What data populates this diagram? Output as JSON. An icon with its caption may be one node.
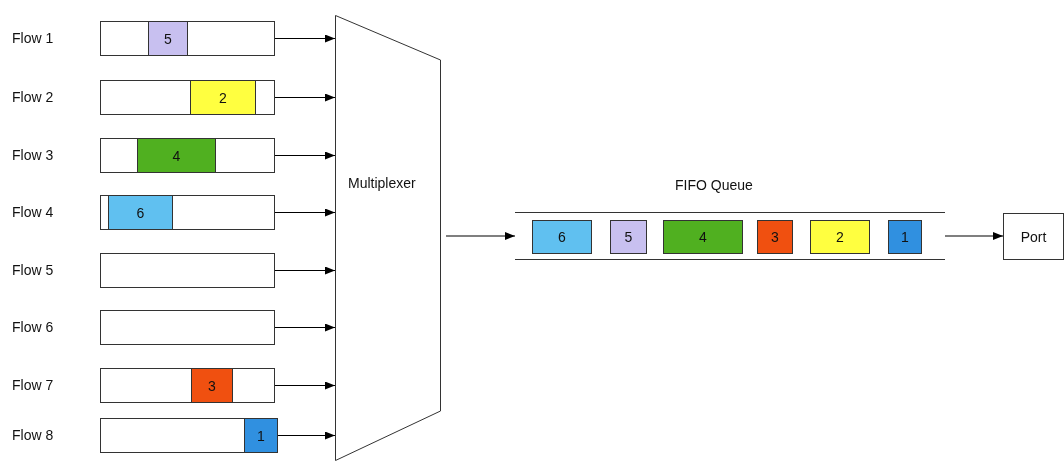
{
  "diagram": {
    "nodes": [
      {
        "text": [],
        "shape": "box",
        "beside": [
          "Flow 1"
        ]
      },
      {
        "text": [
          "5"
        ],
        "in": 0
      },
      {
        "text": [],
        "shape": "box",
        "beside": [
          "Flow 2"
        ]
      },
      {
        "text": [
          "2"
        ],
        "in": 2
      },
      {
        "text": [],
        "shape": "box",
        "beside": [
          "Flow 3"
        ]
      },
      {
        "text": [
          "4"
        ],
        "in": 4
      },
      {
        "text": [],
        "shape": "box",
        "beside": [
          "Flow 4"
        ]
      },
      {
        "text": [
          "6"
        ],
        "in": 6
      },
      {
        "text": [],
        "shape": "box",
        "beside": [
          "Flow 5"
        ]
      },
      {
        "text": [],
        "shape": "box",
        "beside": [
          "Flow 6"
        ]
      },
      {
        "text": [],
        "shape": "box",
        "beside": [
          "Flow 7"
        ]
      },
      {
        "text": [
          "3"
        ],
        "in": 10
      },
      {
        "text": [],
        "shape": "box",
        "beside": [
          "Flow 8"
        ]
      },
      {
        "text": [
          "1"
        ],
        "in": 12
      },
      {
        "text": [
          "Multiplexer"
        ]
      },
      {
        "text": [
          "FIFO Queue"
        ]
      },
      {
        "text": [
          "6"
        ],
        "in": 15
      },
      {
        "text": [
          "5"
        ],
        "in": 15
      },
      {
        "text": [
          "4"
        ],
        "in": 15
      },
      {
        "text": [
          "3"
        ],
        "in": 15
      },
      {
        "text": [
          "2"
        ],
        "in": 15
      },
      {
        "text": [
          "1"
        ],
        "in": 15
      },
      {
        "text": [
          "Port"
        ]
      }
    ],
    "edges": [
      {
        "from": 0,
        "to": 14,
        "arrow": "to"
      },
      {
        "from": 2,
        "to": 14,
        "arrow": "to"
      },
      {
        "from": 4,
        "to": 14,
        "arrow": "to"
      },
      {
        "from": 6,
        "to": 14,
        "arrow": "to"
      },
      {
        "from": 8,
        "to": 14,
        "arrow": "to"
      },
      {
        "from": 9,
        "to": 14,
        "arrow": "to"
      },
      {
        "from": 10,
        "to": 14,
        "arrow": "to"
      },
      {
        "from": 12,
        "to": 14,
        "arrow": "to"
      },
      {
        "from": 14,
        "to": 15,
        "arrow": "to"
      },
      {
        "from": 15,
        "to": 22,
        "arrow": "to"
      }
    ]
  }
}
